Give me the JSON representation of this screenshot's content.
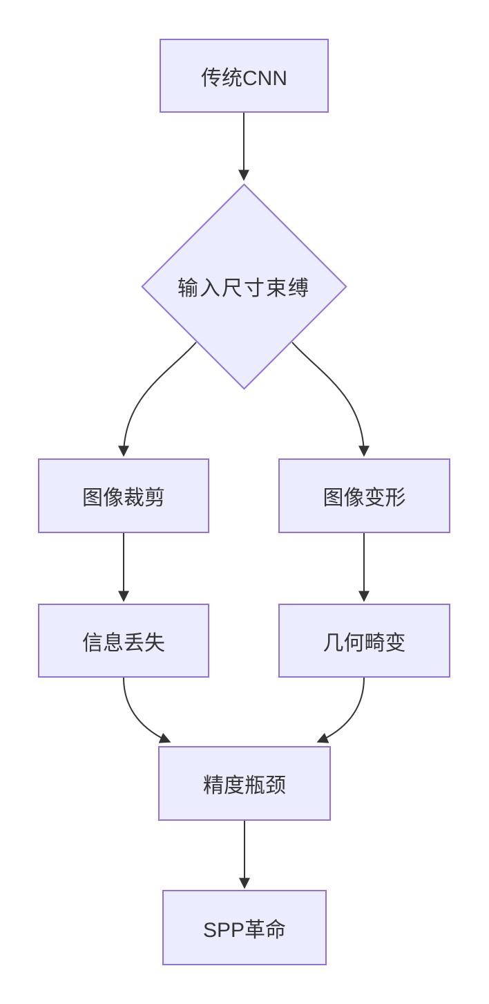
{
  "diagram": {
    "type": "flowchart",
    "direction": "top-down",
    "colors": {
      "background": "#ffffff",
      "node_fill": "#ECECFF",
      "node_border": "#9370DB",
      "edge_stroke": "#333333",
      "arrowhead": "#333333",
      "text": "#333333"
    },
    "nodes": {
      "cnn": {
        "label": "传统CNN",
        "shape": "rect"
      },
      "constraint": {
        "label": "输入尺寸束缚",
        "shape": "diamond"
      },
      "crop": {
        "label": "图像裁剪",
        "shape": "rect"
      },
      "warp": {
        "label": "图像变形",
        "shape": "rect"
      },
      "loss": {
        "label": "信息丢失",
        "shape": "rect"
      },
      "distort": {
        "label": "几何畸变",
        "shape": "rect"
      },
      "bottleneck": {
        "label": "精度瓶颈",
        "shape": "rect"
      },
      "spp": {
        "label": "SPP革命",
        "shape": "rect"
      }
    },
    "edges": [
      {
        "from": "cnn",
        "to": "constraint"
      },
      {
        "from": "constraint",
        "to": "crop"
      },
      {
        "from": "constraint",
        "to": "warp"
      },
      {
        "from": "crop",
        "to": "loss"
      },
      {
        "from": "warp",
        "to": "distort"
      },
      {
        "from": "loss",
        "to": "bottleneck"
      },
      {
        "from": "distort",
        "to": "bottleneck"
      },
      {
        "from": "bottleneck",
        "to": "spp"
      }
    ]
  }
}
